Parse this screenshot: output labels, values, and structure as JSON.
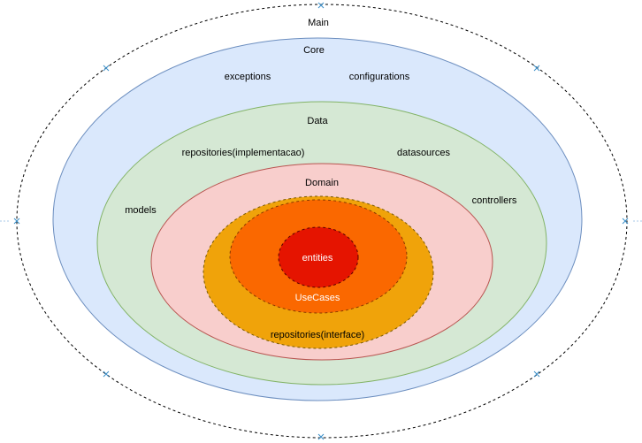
{
  "diagram": {
    "main": {
      "label": "Main"
    },
    "core": {
      "label": "Core",
      "items": {
        "exceptions": "exceptions",
        "configurations": "configurations"
      }
    },
    "data": {
      "label": "Data",
      "items": {
        "repositories_impl": "repositories(implementacao)",
        "datasources": "datasources",
        "models": "models",
        "controllers": "controllers"
      }
    },
    "domain": {
      "label": "Domain",
      "items": {
        "repositories_interface": "repositories(interface)"
      }
    },
    "usecases": {
      "label": "UseCases"
    },
    "entities": {
      "label": "entities"
    }
  },
  "colors": {
    "main_border": "#000000",
    "core_fill": "#dae8fc",
    "core_stroke": "#6c8ebf",
    "data_fill": "#d5e8d4",
    "data_stroke": "#82b366",
    "domain_fill": "#f8cecc",
    "domain_stroke": "#b85450",
    "repositories_interface_fill": "#f0a30a",
    "usecases_fill": "#fa6800",
    "entities_fill": "#e51400",
    "selection_handle": "#3a8ec9"
  }
}
